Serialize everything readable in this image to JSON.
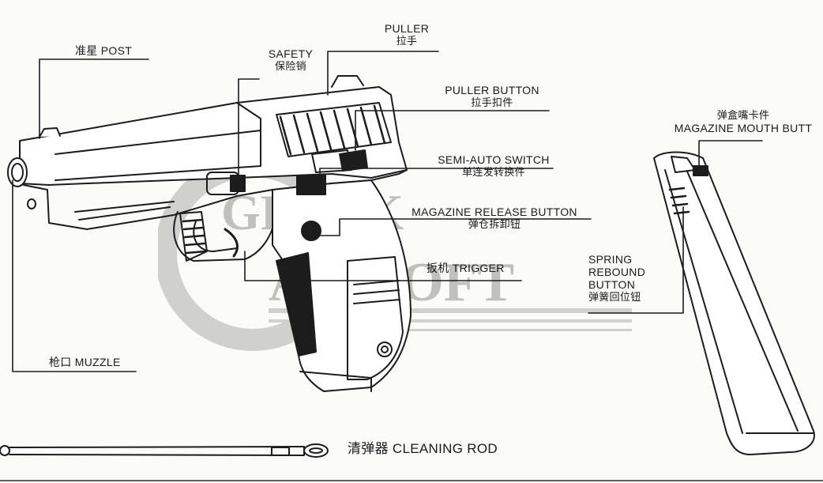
{
  "labels": {
    "post": "准星  POST",
    "safety_en": "SAFETY",
    "safety_cn": "保险销",
    "puller_en": "PULLER",
    "puller_cn": "拉手",
    "puller_button_en": "PULLER BUTTON",
    "puller_button_cn": "拉手扣件",
    "semi_auto_en": "SEMI-AUTO SWITCH",
    "semi_auto_cn": "单连发转换件",
    "mag_release_en": "MAGAZINE RELEASE BUTTON",
    "mag_release_cn": "弹仓拆卸钮",
    "trigger": "扳机  TRIGGER",
    "muzzle": "枪口  MUZZLE",
    "mag_mouth_cn": "弹盒嘴卡件",
    "mag_mouth_en": "MAGAZINE MOUTH BUTT",
    "spring_en_1": "SPRING",
    "spring_en_2": "REBOUND",
    "spring_en_3": "BUTTON",
    "spring_cn": "弹簧回位钮",
    "cleaning_rod": "清弹器  CLEANING ROD"
  },
  "watermark": {
    "line1": "GREEK",
    "line2": "AIRSOFT",
    "color": "#8a8a8a"
  }
}
